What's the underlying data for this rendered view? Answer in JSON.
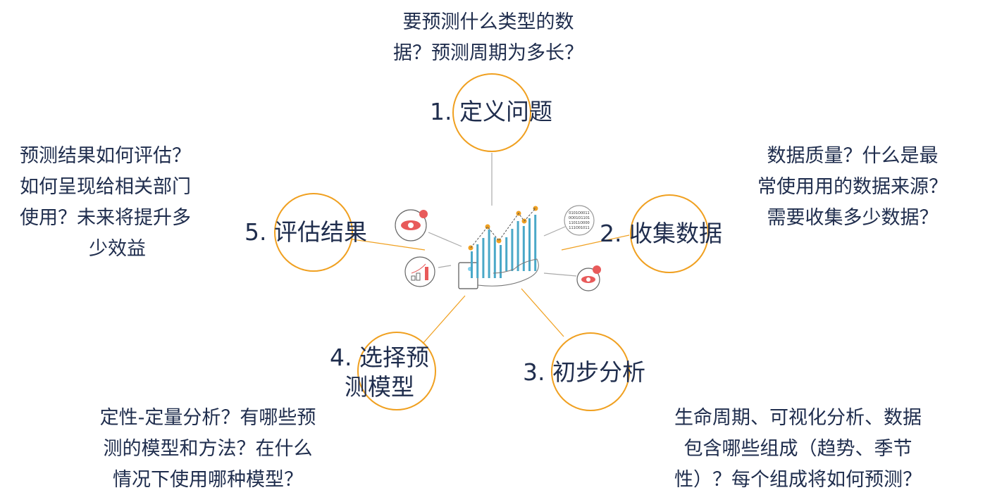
{
  "colors": {
    "text": "#1f2d4d",
    "ring": "#f0a020",
    "bar": "#4aa8c8",
    "dot": "#f0a020",
    "alert": "#e85a5a"
  },
  "center_icons": [
    "eye-alert-icon",
    "growth-chart-icon",
    "binary-data-icon",
    "eye-alert-icon",
    "hand-holding-chart-icon",
    "device-icon"
  ],
  "binary_lines": [
    "0101O0011",
    "0O01O1101",
    "11011O000",
    "111O01011"
  ],
  "steps": [
    {
      "title": "1. 定义问题",
      "question": [
        "要预测什么类型的数",
        "据？预测周期为多长？"
      ]
    },
    {
      "title": "2. 收集数据",
      "question": [
        "数据质量？什么是最",
        "常使用用的数据来源？",
        "需要收集多少数据？"
      ]
    },
    {
      "title": "3. 初步分析",
      "question": [
        "生命周期、可视化分析、数据",
        "包含哪些组成（趋势、季节",
        "性）？每个组成将如何预测？"
      ]
    },
    {
      "title_lines": [
        "4. 选择预",
        "测模型"
      ],
      "question": [
        "定性-定量分析？有哪些预",
        "测的模型和方法？在什么",
        "情况下使用哪种模型？"
      ]
    },
    {
      "title": "5. 评估结果",
      "question": [
        "预测结果如何评估？",
        "如何呈现给相关部门",
        "使用？未来将提升多",
        "少效益"
      ]
    }
  ]
}
